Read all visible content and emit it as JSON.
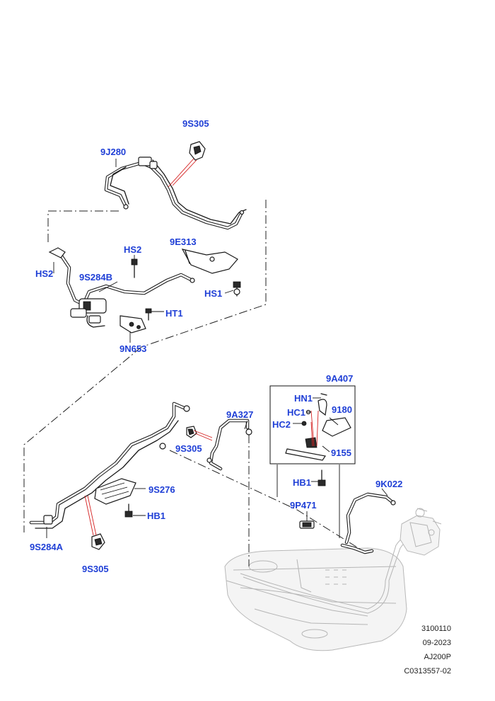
{
  "labels": {
    "top_9s305": "9S305",
    "top_9j280": "9J280",
    "l_9e313": "9E313",
    "l_hs2_top": "HS2",
    "l_hs2_left": "HS2",
    "l_9s284b": "9S284B",
    "l_hs1": "HS1",
    "l_ht1": "HT1",
    "l_9n653": "9N653",
    "l_9a407": "9A407",
    "l_hn1": "HN1",
    "l_hc1": "HC1",
    "l_9180": "9180",
    "l_hc2": "HC2",
    "l_9155": "9155",
    "l_9a327": "9A327",
    "l_9s305_mid": "9S305",
    "l_hb1_right": "HB1",
    "l_9k022": "9K022",
    "l_9s276": "9S276",
    "l_hb1_left": "HB1",
    "l_9p471": "9P471",
    "l_9s284a": "9S284A",
    "l_9s305_bottom": "9S305"
  },
  "footer": {
    "line1": "3100110",
    "line2": "09-2023",
    "line3": "AJ200P",
    "line4": "C0313557-02"
  },
  "colors": {
    "label": "#1f3fd6",
    "leader_red": "#d42020",
    "line": "#1a1a1a",
    "ghost": "#b5b5b5"
  }
}
